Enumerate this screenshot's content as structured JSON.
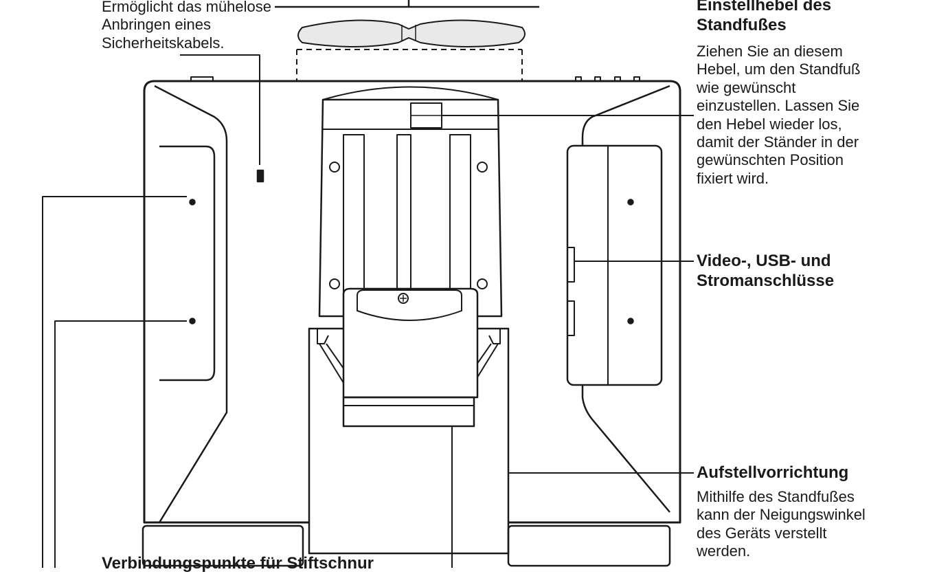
{
  "labels": {
    "security_slot_desc": "Ermöglicht das mühelose\nAnbringen eines\nSicherheitskabels.",
    "stand_lever_title": "Einstellhebel des\nStandfußes",
    "stand_lever_desc": "Ziehen Sie an diesem\nHebel, um den Standfuß\nwie gewünscht\neinzustellen. Lassen Sie\nden Hebel wieder los,\ndamit der Ständer in der\ngewünschten Position\nfixiert wird.",
    "ports_title": "Video-, USB- und\nStromanschlüsse",
    "stand_title": "Aufstellvorrichtung",
    "stand_desc": "Mithilfe des Standfußes\nkann der Neigungswinkel\ndes Geräts verstellt\nwerden.",
    "pen_tether_title": "Verbindungspunkte für Stiftschnur"
  },
  "colors": {
    "line": "#1a1a1a",
    "fill": "#ffffff",
    "pen_tray": "#e9e9e9"
  }
}
